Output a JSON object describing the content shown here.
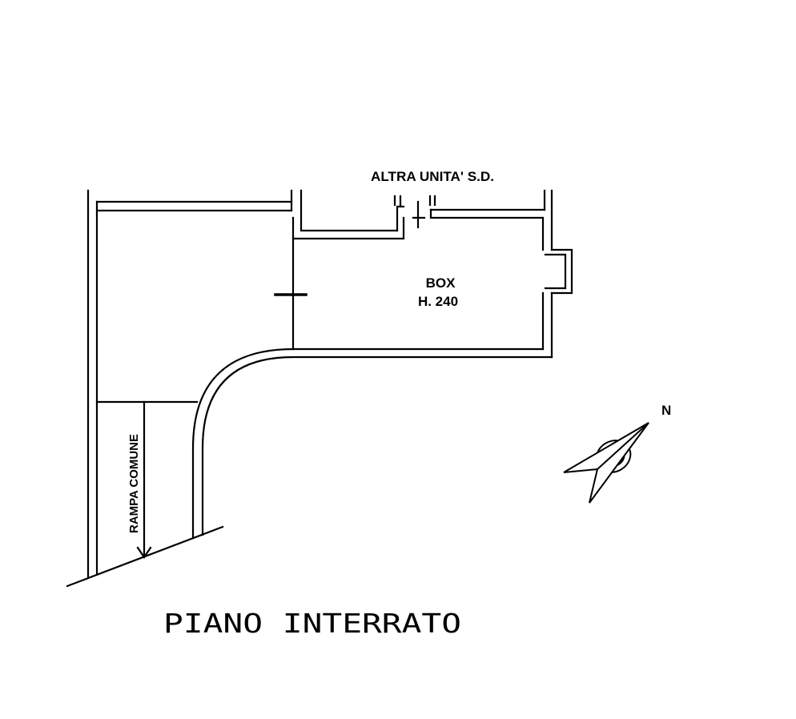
{
  "labels": {
    "other_unit": "ALTRA UNITA' S.D.",
    "room_name": "BOX",
    "room_height": "H. 240",
    "ramp": "RAMPA COMUNE",
    "north": "N",
    "floor_title": "PIANO INTERRATO"
  },
  "colors": {
    "ink": "#000000",
    "paper": "#ffffff"
  },
  "icons": {
    "north_arrow": "compass-north-arrow-icon"
  }
}
